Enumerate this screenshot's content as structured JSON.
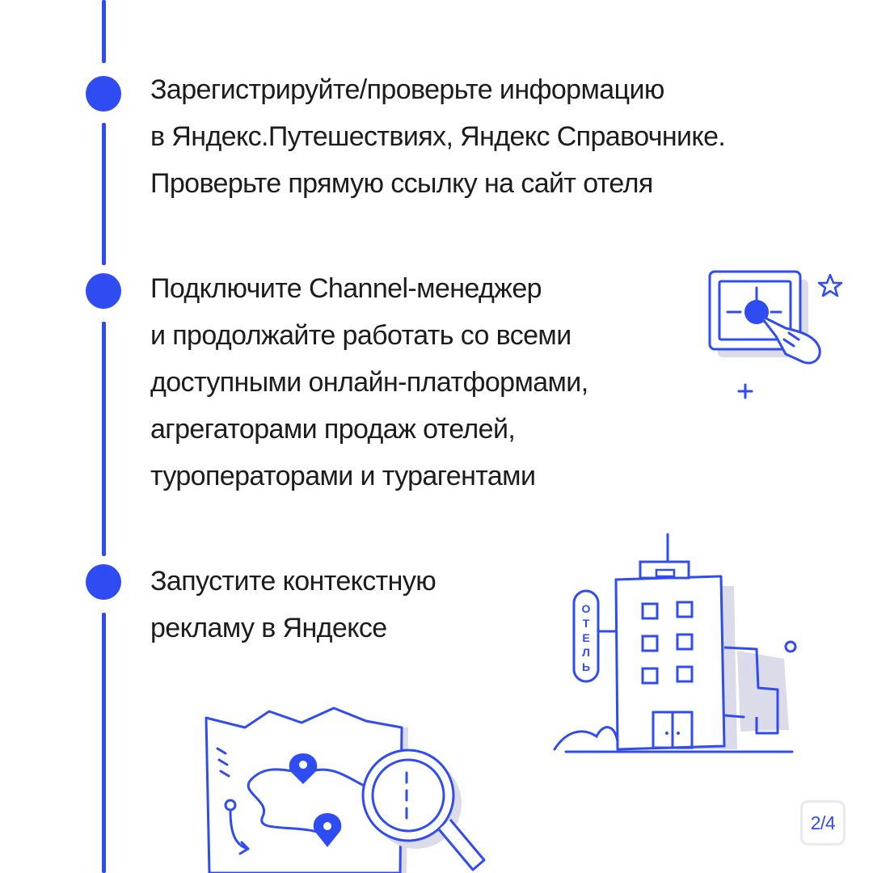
{
  "steps": [
    {
      "lines": [
        "Зарегистрируйте/проверьте информацию",
        "в Яндекс.Путешествиях, Яндекс Справочнике.",
        "Проверьте прямую ссылку на сайт отеля"
      ]
    },
    {
      "lines": [
        "Подключите Channel-менеджер",
        "и продолжайте работать со всеми",
        "доступными онлайн-платформами,",
        "агрегаторами продаж отелей,",
        "туроператорами и турагентами"
      ]
    },
    {
      "lines": [
        "Запустите контекстную",
        "рекламу в Яндексе"
      ]
    }
  ],
  "hotel_sign_letters": [
    "О",
    "Т",
    "Е",
    "Л",
    "Ь"
  ],
  "page_counter": "2/4",
  "colors": {
    "accent": "#2f4cf2",
    "text": "#1c1c1c",
    "shadow": "#dcdbe9",
    "background": "#ffffff"
  },
  "icons": [
    "monitor-touch-icon",
    "star-icon",
    "plus-icon",
    "hotel-building-icon",
    "map-search-icon",
    "location-pin-icon",
    "magnifier-icon"
  ]
}
